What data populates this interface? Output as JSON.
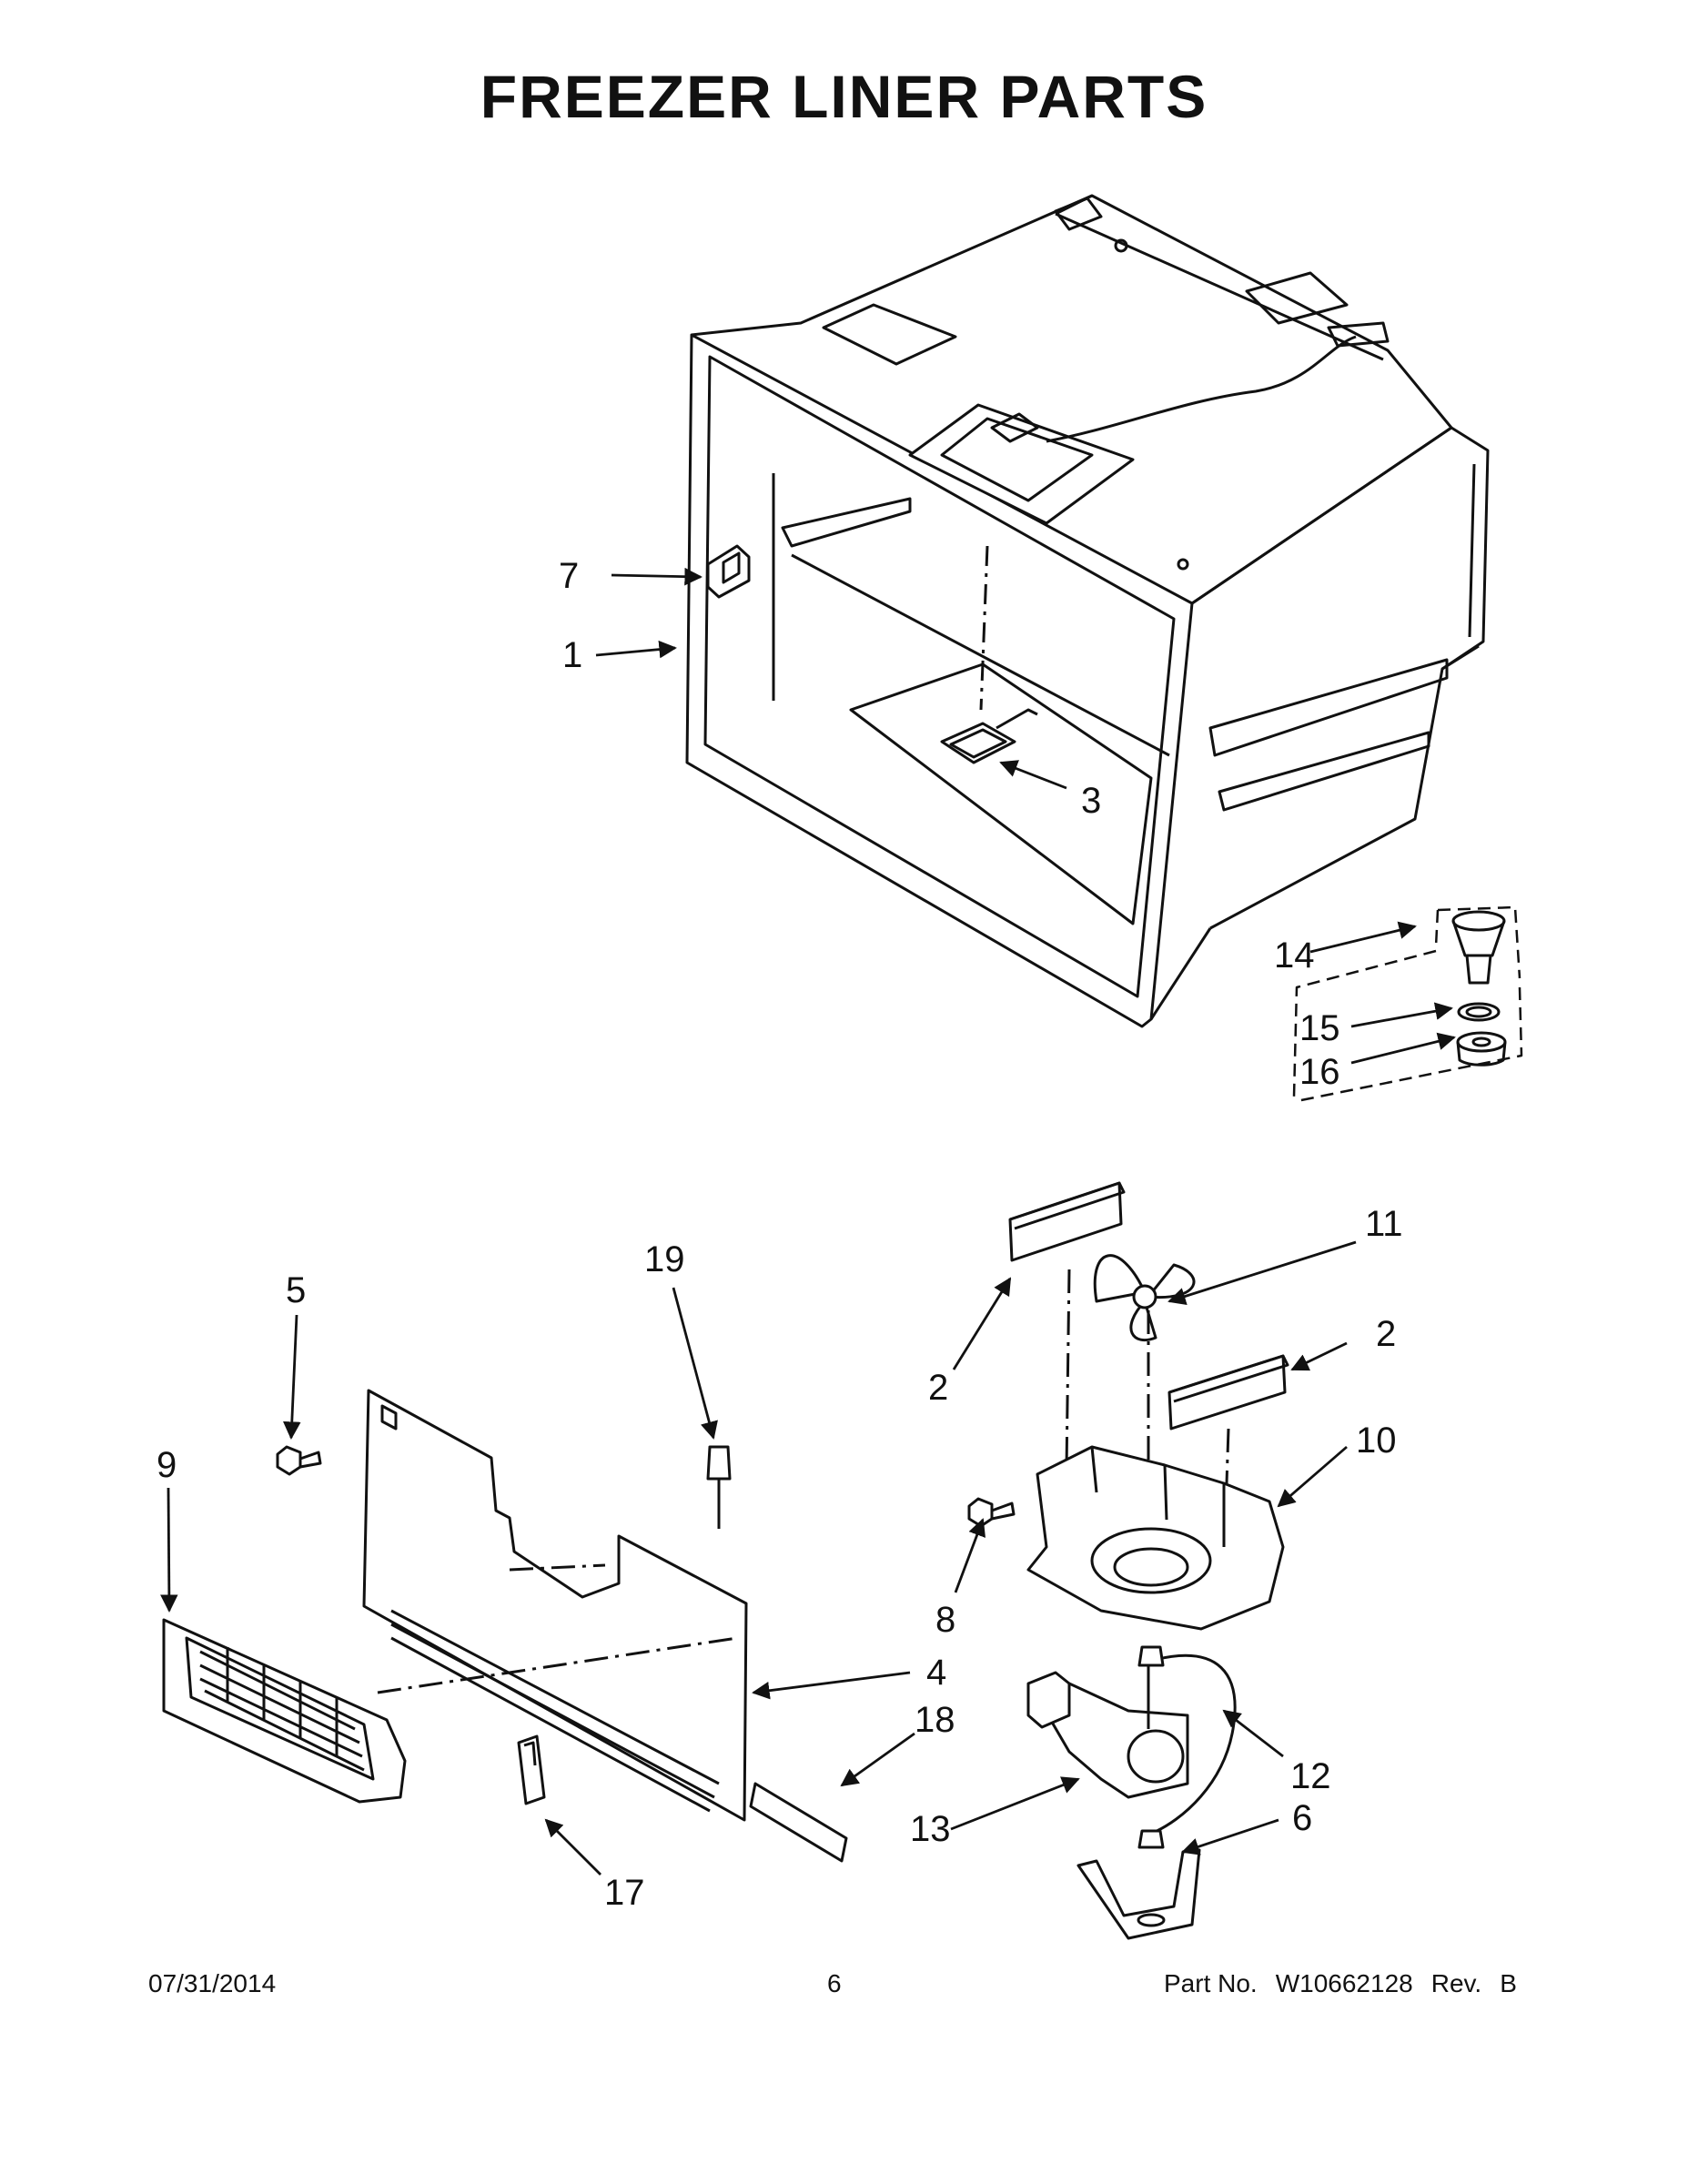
{
  "title": "FREEZER LINER PARTS",
  "callouts": {
    "c7": "7",
    "c1": "1",
    "c3": "3",
    "c14": "14",
    "c15": "15",
    "c16": "16",
    "c5": "5",
    "c19": "19",
    "c9": "9",
    "c11": "11",
    "c2a": "2",
    "c2b": "2",
    "c10": "10",
    "c8": "8",
    "c4": "4",
    "c18": "18",
    "c12": "12",
    "c6": "6",
    "c13": "13",
    "c17": "17"
  },
  "footer": {
    "date": "07/31/2014",
    "page": "6",
    "part_label": "Part No.",
    "part_number": "W10662128",
    "rev_label": "Rev.",
    "rev": "B"
  }
}
